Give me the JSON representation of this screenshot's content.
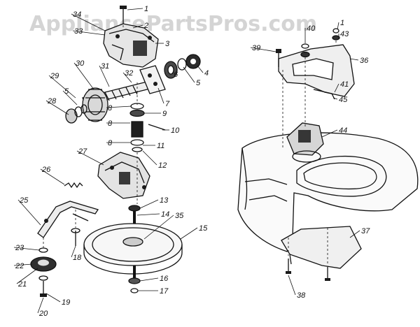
{
  "watermark": "AppliancePartsPros.com",
  "callouts": [
    "1",
    "2",
    "3",
    "4",
    "5",
    "5",
    "6",
    "7",
    "8",
    "8",
    "8",
    "9",
    "10",
    "11",
    "12",
    "13",
    "14",
    "15",
    "16",
    "17",
    "18",
    "19",
    "20",
    "21",
    "22",
    "23",
    "25",
    "26",
    "27",
    "28",
    "29",
    "30",
    "31",
    "32",
    "33",
    "34",
    "35",
    "36",
    "37",
    "38",
    "39",
    "40",
    "41",
    "43",
    "44",
    "45",
    "1"
  ]
}
